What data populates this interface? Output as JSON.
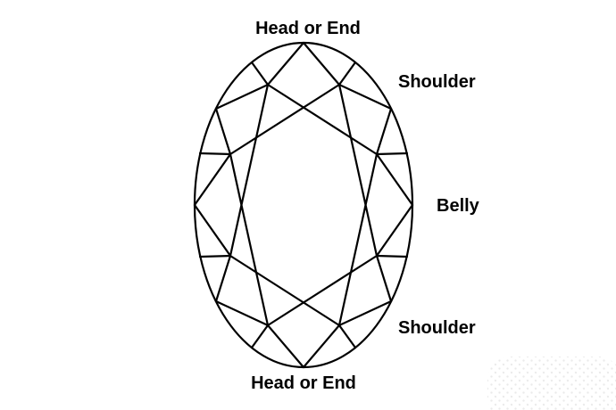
{
  "diagram": {
    "subject": "oval-cut-gem-outline",
    "labels": {
      "head_top": "Head or End",
      "shoulder_upper": "Shoulder",
      "belly": "Belly",
      "shoulder_lower": "Shoulder",
      "head_bottom": "Head or End"
    },
    "colors": {
      "line": "#000000",
      "background": "#ffffff",
      "label_text": "#000000",
      "watermark_dot": "#ebebeb"
    }
  }
}
